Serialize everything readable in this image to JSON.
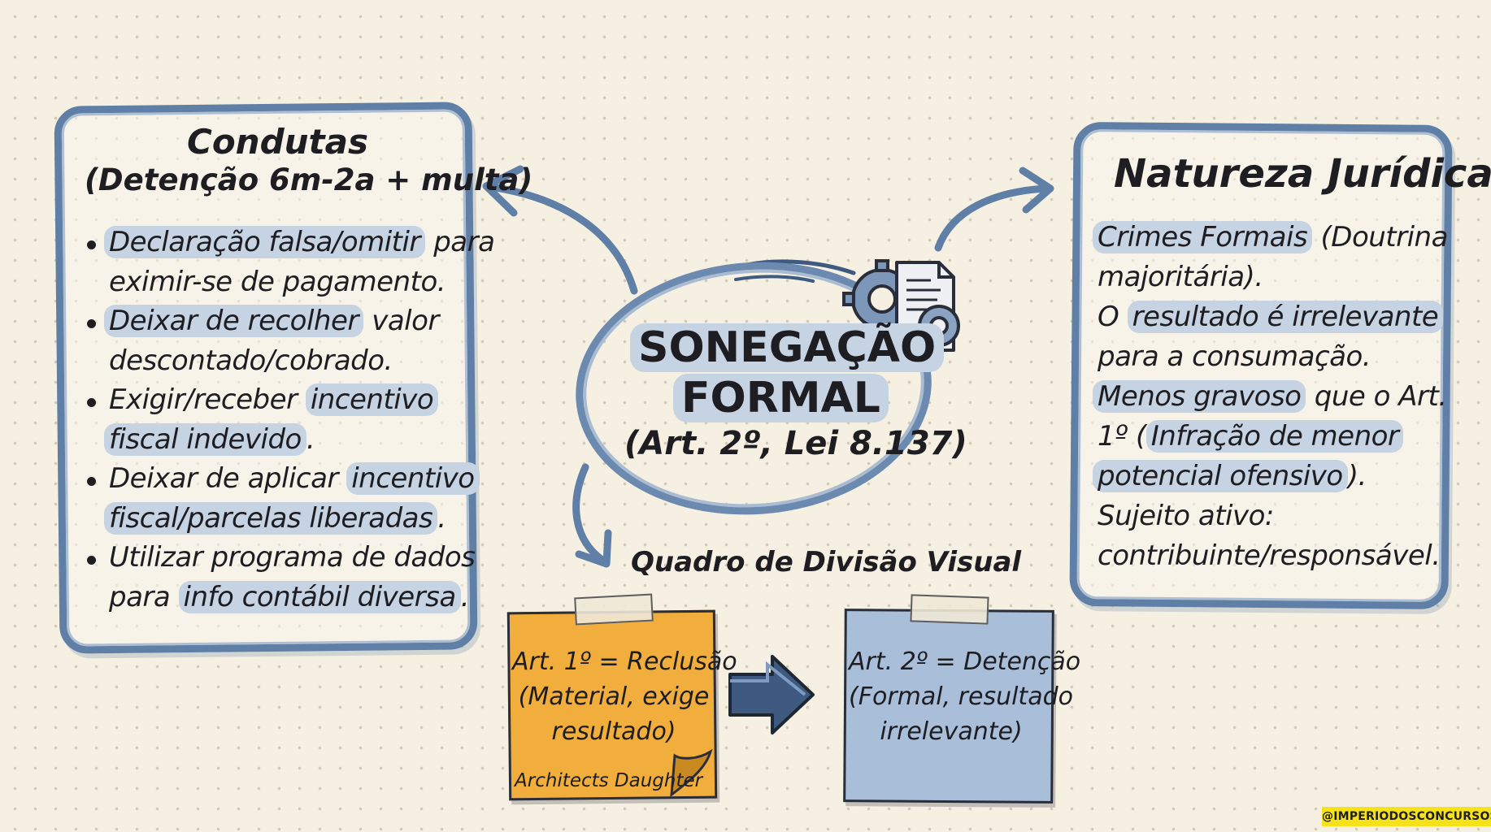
{
  "center": {
    "title_line1": "SONEGAÇÃO",
    "title_line2": "FORMAL",
    "reference": "(Art. 2º, Lei 8.137)"
  },
  "left_panel": {
    "title": "Condutas",
    "subtitle": "(Detenção 6m-2a + multa)",
    "items": [
      {
        "l1_hl": "Declaração falsa/omitir",
        "l1_rest": " para",
        "l2": "eximir-se de pagamento."
      },
      {
        "l1_hl": "Deixar de recolher",
        "l1_rest": " valor",
        "l2": "descontado/cobrado."
      },
      {
        "l1_plain": "Exigir/receber ",
        "l1_hl": "incentivo",
        "l2_hl": "fiscal indevido",
        "l2_rest": "."
      },
      {
        "l1_plain": "Deixar de aplicar ",
        "l1_hl": "incentivo",
        "l2_hl": "fiscal/parcelas liberadas",
        "l2_rest": "."
      },
      {
        "l1": "Utilizar programa de dados",
        "l2_plain": "para ",
        "l2_hl": "info contábil diversa",
        "l2_rest": "."
      }
    ]
  },
  "right_panel": {
    "title": "Natureza Jurídica",
    "l1_hl": "Crimes Formais",
    "l1_rest": " (Doutrina",
    "l2": "majoritária).",
    "l3_plain": "O ",
    "l3_hl": "resultado é irrelevante",
    "l4": "para a consumação.",
    "l5_hl": "Menos gravoso",
    "l5_rest": " que o Art.",
    "l6_plain": "1º (",
    "l6_hl": "Infração de menor",
    "l7_hl": "potencial ofensivo",
    "l7_rest": ").",
    "l8": "Sujeito ativo:",
    "l9": "contribuinte/responsável."
  },
  "comparison": {
    "title": "Quadro de Divisão Visual",
    "art1_l1": "Art. 1º = Reclusão",
    "art1_l2": "(Material, exige",
    "art1_l3": "resultado)",
    "art1_caption": "Architects Daughter",
    "art2_l1": "Art. 2º = Detenção",
    "art2_l2": "(Formal, resultado",
    "art2_l3": "irrelevante)"
  },
  "watermark": "@IMPERIODOSCONCURSOS",
  "colors": {
    "background": "#f6f0e2",
    "frame_blue": "#5f7fa6",
    "highlight": "#c6d3e2",
    "note_orange": "#f2ae3c",
    "note_blue": "#a9bed9",
    "watermark": "#f5e21a"
  },
  "icons": [
    "document-gear-icon",
    "arrow-left-icon",
    "arrow-right-icon",
    "arrow-down-icon",
    "arrow-right-block-icon"
  ]
}
